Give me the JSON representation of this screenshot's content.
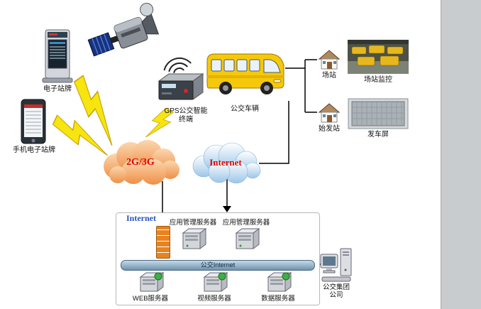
{
  "page": {
    "background": "#ffffff",
    "side_strip_color": "#c9cccf"
  },
  "diagram": {
    "labels": {
      "kiosk": "电子站牌",
      "phone": "手机电子站牌",
      "gps_terminal": "GPS公交智能\n终端",
      "bus": "公交车辆",
      "depot": "场站",
      "depot_monitor": "场站监控",
      "origin_station": "始发站",
      "departure_screen": "发车屏",
      "cloud_2g3g": "2G/3G",
      "cloud_internet": "Internet",
      "internet_entry": "Internet",
      "app_server_1": "应用管理服务器",
      "app_server_2": "应用管理服务器",
      "network_bar": "公交Internet",
      "web_server": "WEB服务器",
      "video_server": "视频服务器",
      "data_server": "数据服务器",
      "bus_group": "公交集团\n公司"
    },
    "colors": {
      "cloud_2g3g_fill": "#f0a060",
      "cloud_internet_fill": "#b9d8f0",
      "cloud_label_text": "#e00000",
      "internet_entry_text": "#2a52be",
      "lightning_fill": "#f6e50e",
      "network_bar_fill": "#7fa3c0",
      "firewall_fill": "#e8831f"
    }
  }
}
